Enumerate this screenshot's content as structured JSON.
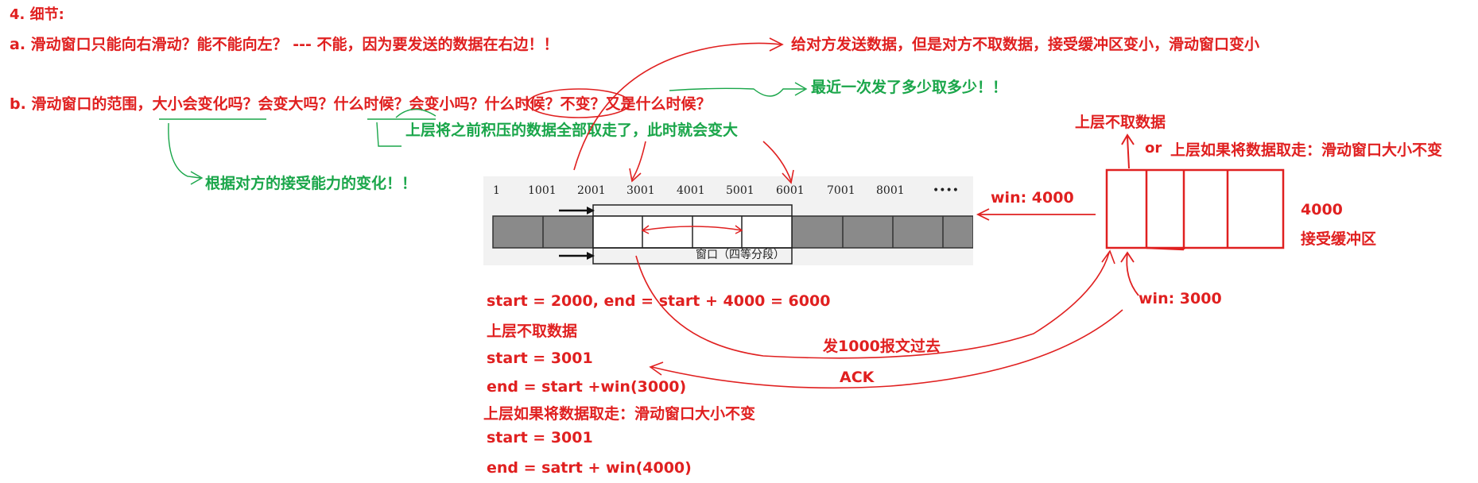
{
  "heading": "4. 细节:",
  "line_a": "a. 滑动窗口只能向右滑动？能不能向左？ --- 不能，因为要发送的数据在右边！！",
  "note_top_right": "给对方发送数据，但是对方不取数据，接受缓冲区变小，滑动窗口变小",
  "line_b": {
    "prefix": "b. 滑动窗口的范围，",
    "seg1": "大小会变化吗？",
    "seg2": "会变大吗？",
    "seg3": "什么时候？",
    "seg4": "会变小吗？",
    "seg5": "什么时候？",
    "seg6": "不变？",
    "seg7": "又是什么时候？"
  },
  "note_latest": "最近一次发了多少取多少！！",
  "note_upper_take": "上层将之前积压的数据全部取走了，此时就会变大",
  "note_receiver_ability": "根据对方的接受能力的变化！！",
  "figure": {
    "ticks": [
      "1",
      "1001",
      "2001",
      "3001",
      "4001",
      "5001",
      "6001",
      "7001",
      "8001",
      "••••"
    ],
    "window_label": "窗口（四等分段）"
  },
  "receiver": {
    "upper_not_take": "上层不取数据",
    "or": "or",
    "upper_take": "上层如果将数据取走：滑动窗口大小不变",
    "size": "4000",
    "buffer": "接受缓冲区",
    "win4000": "win:  4000",
    "win3000": "win:  3000"
  },
  "calc": {
    "l1": "start = 2000,  end = start + 4000 = 6000",
    "l2": "上层不取数据",
    "l3": "start = 3001",
    "l4": "end = start +win(3000)",
    "l5": "上层如果将数据取走：滑动窗口大小不变",
    "l6": "start = 3001",
    "l7": "end = satrt + win(4000)"
  },
  "send_label": "发1000报文过去",
  "ack_label": "ACK",
  "colors": {
    "red": "#e02020",
    "green": "#1aa64a"
  }
}
